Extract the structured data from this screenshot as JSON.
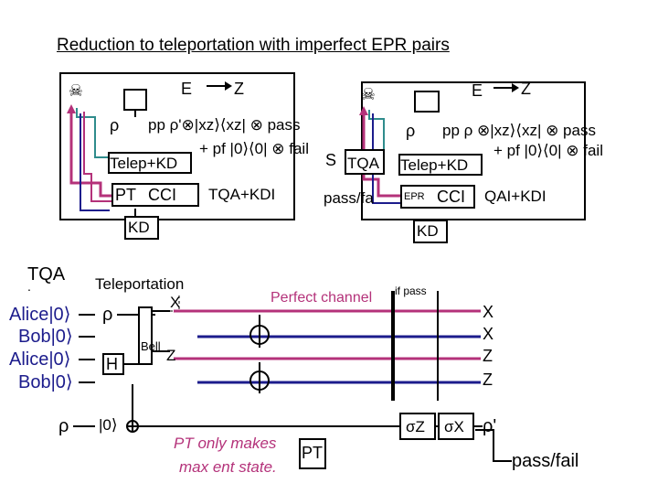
{
  "title": "Reduction to teleportation with imperfect EPR pairs",
  "colors": {
    "pink": "#b4327a",
    "navy": "#1c1c8c",
    "teal": "#2f8c8c",
    "black": "#000000"
  },
  "left_panel": {
    "eve": "E",
    "z": "Z",
    "icon": "skull-icon",
    "rho": "ρ",
    "state_line1": "pp ρ'⊗|xz⟩⟨xz| ⊗ pass",
    "state_line2": "+ pf |0⟩⟨0| ⊗ fail",
    "telep_kd": "Telep+KD",
    "pt": "PT",
    "cci": "CCI",
    "tqa_kdi": "TQA+KDI",
    "kd": "KD"
  },
  "right_panel": {
    "eve": "E",
    "z": "Z",
    "icon": "skull-icon",
    "s": "S",
    "tqa": "TQA",
    "pass_fail": "pass/fa",
    "rho": "ρ",
    "state_line1": "pp ρ ⊗|xz⟩⟨xz| ⊗ pass",
    "state_line2": "+ pf |0⟩⟨0| ⊗ fail",
    "telep_kd": "Telep+KD",
    "epr": "EPR",
    "cci": "CCI",
    "qai_kdi": "QAI+KDI",
    "kd": "KD"
  },
  "circuit": {
    "tqa": "TQA",
    "dot": ".",
    "inputs": [
      "Alice|0⟩",
      "Bob|0⟩",
      "Alice|0⟩",
      "Bob|0⟩"
    ],
    "teleportation": "Teleportation",
    "x_label": "X",
    "rho": "ρ",
    "h": "H",
    "bell": "Bell",
    "z_label": "Z",
    "perfect_channel": "Perfect channel",
    "if_pass": "if pass",
    "outputs": [
      "X",
      "X",
      "Z",
      "Z"
    ],
    "rho_bottom": "ρ",
    "ket0": "|0⟩",
    "pt_note_line1": "PT only makes",
    "pt_note_line2": "max ent state.",
    "pt": "PT",
    "sigma_z": "σZ",
    "sigma_x": "σX",
    "rho_prime": "ρ'",
    "pass_fail": "pass/fail"
  }
}
